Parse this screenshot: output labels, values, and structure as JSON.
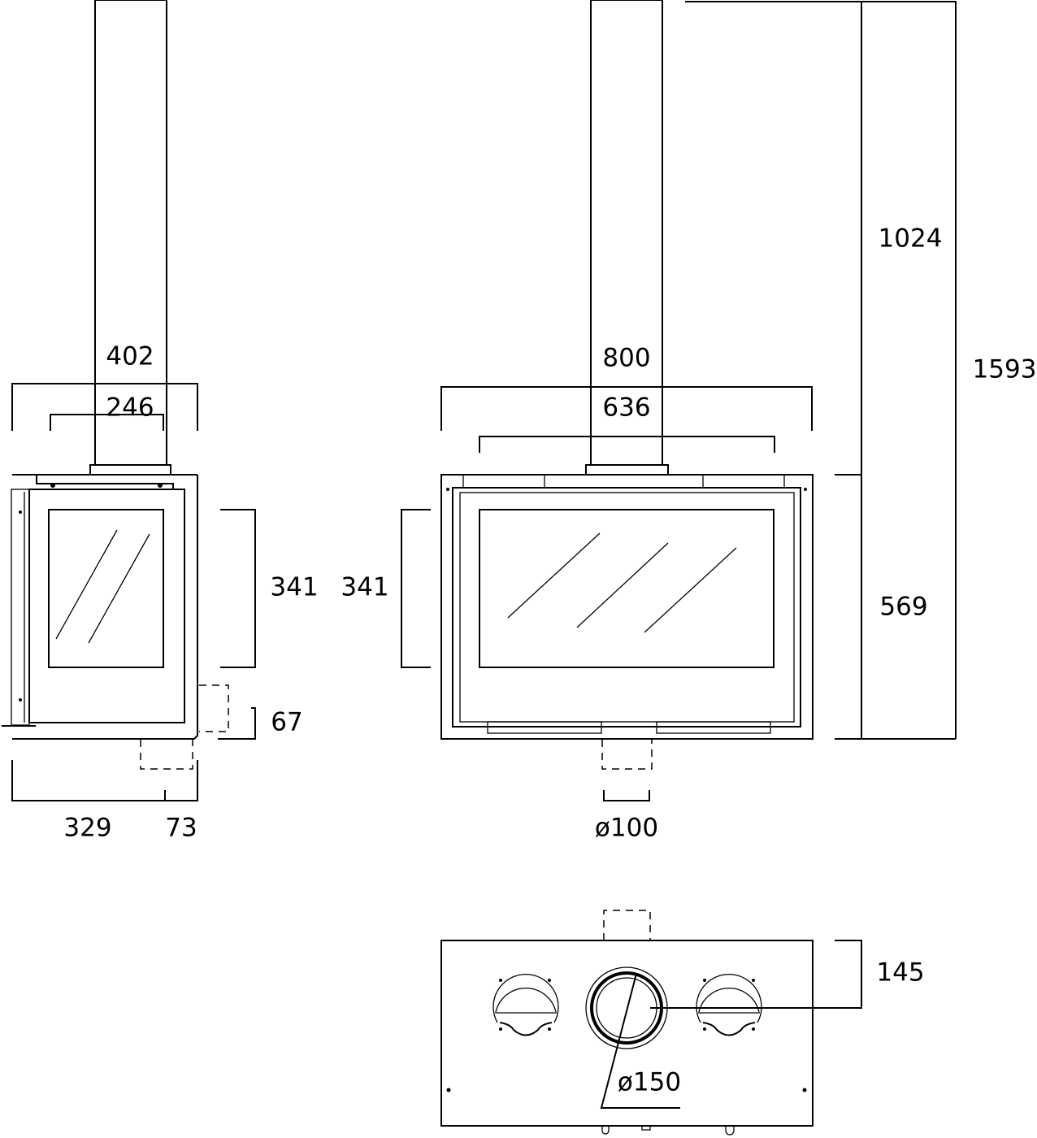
{
  "side_view": {
    "width_total": "402",
    "width_flue": "246",
    "glass_height": "341",
    "air_inlet_height": "67",
    "depth_body": "329",
    "depth_rear": "73"
  },
  "front_view": {
    "width_total": "800",
    "width_flue": "636",
    "glass_height": "341",
    "air_inlet_diameter": "ø100",
    "height_flue": "1024",
    "height_body": "569",
    "height_total": "1593"
  },
  "top_view": {
    "flue_offset": "145",
    "flue_diameter": "ø150"
  }
}
